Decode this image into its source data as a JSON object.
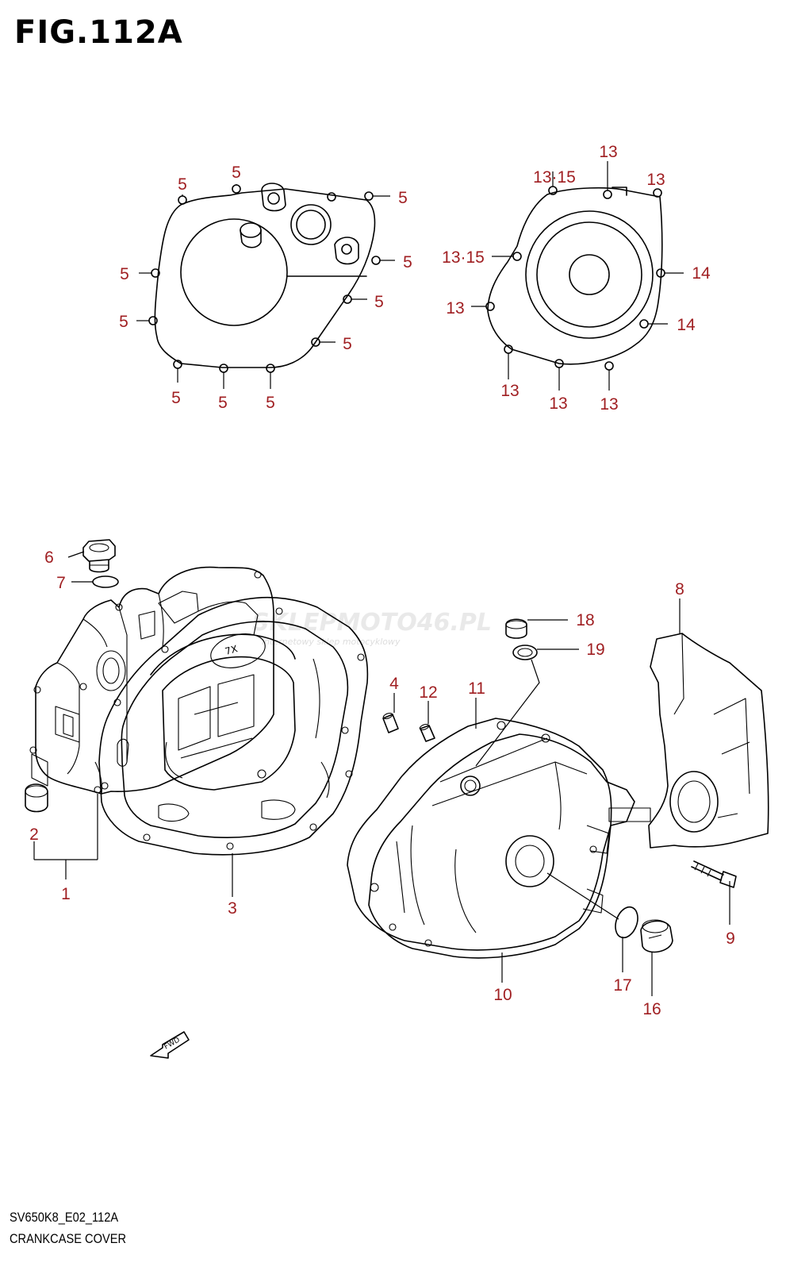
{
  "figure": {
    "title": "FIG.112A",
    "code": "SV650K8_E02_112A",
    "name": "CRANKCASE COVER",
    "fwd_label": "FWD",
    "watermark_main": "SKLEPMOTO46.PL",
    "watermark_sub": "internetowy sklep motocyklowy"
  },
  "callouts": {
    "c1": "1",
    "c2": "2",
    "c3": "3",
    "c4": "4",
    "c5": "5",
    "c6": "6",
    "c7": "7",
    "c8": "8",
    "c9": "9",
    "c10": "10",
    "c11": "11",
    "c12": "12",
    "c13": "13",
    "c13_15": "13·15",
    "c14": "14",
    "c16": "16",
    "c17": "17",
    "c18": "18",
    "c19": "19"
  },
  "colors": {
    "callout": "#a01f22",
    "line": "#000000"
  }
}
